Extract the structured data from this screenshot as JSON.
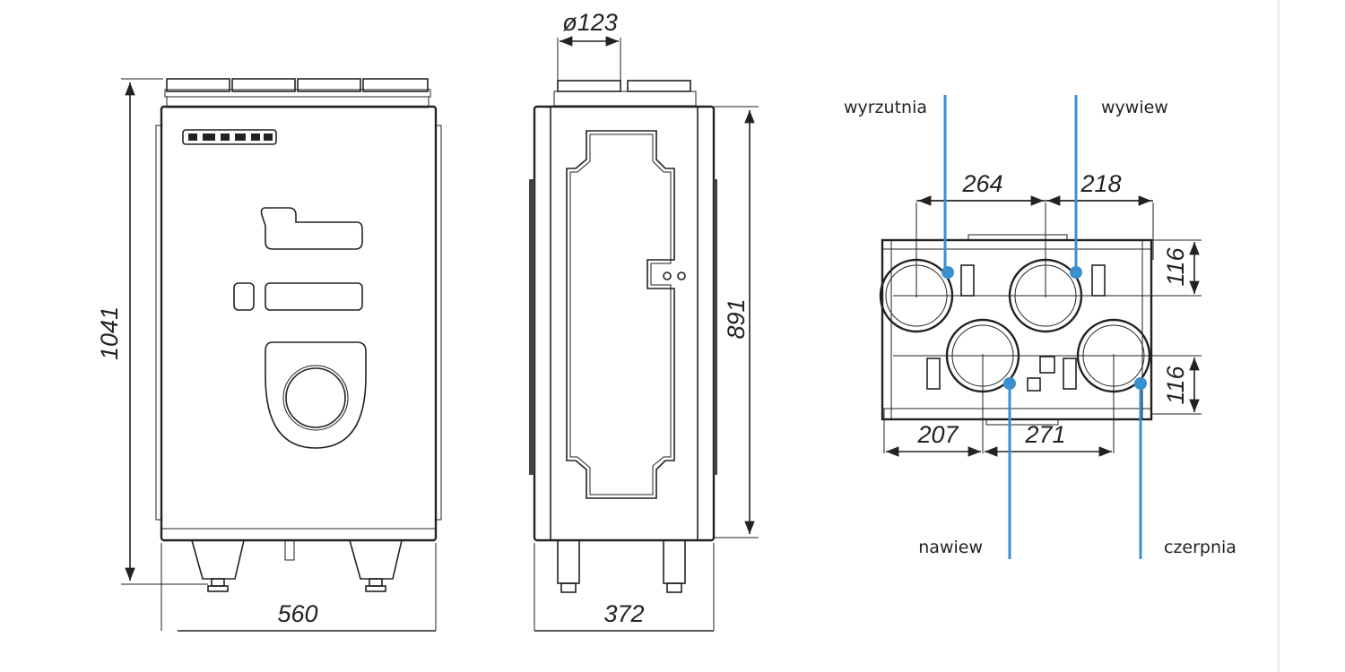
{
  "views": {
    "front": {
      "height_label": "1041",
      "width_label": "560"
    },
    "side": {
      "duct_label": "ø123",
      "height_label": "891",
      "depth_label": "372"
    },
    "top": {
      "dim_top_left": "264",
      "dim_top_right": "218",
      "dim_bottom_left": "207",
      "dim_bottom_right": "271",
      "dim_right_upper": "116",
      "dim_right_lower": "116",
      "connectors": {
        "wyrzutnia": "wyrzutnia",
        "wywiew": "wywiew",
        "nawiew": "nawiew",
        "czerpnia": "czerpnia"
      }
    }
  },
  "colors": {
    "line": "#222222",
    "connector": "#3a8fcf"
  }
}
